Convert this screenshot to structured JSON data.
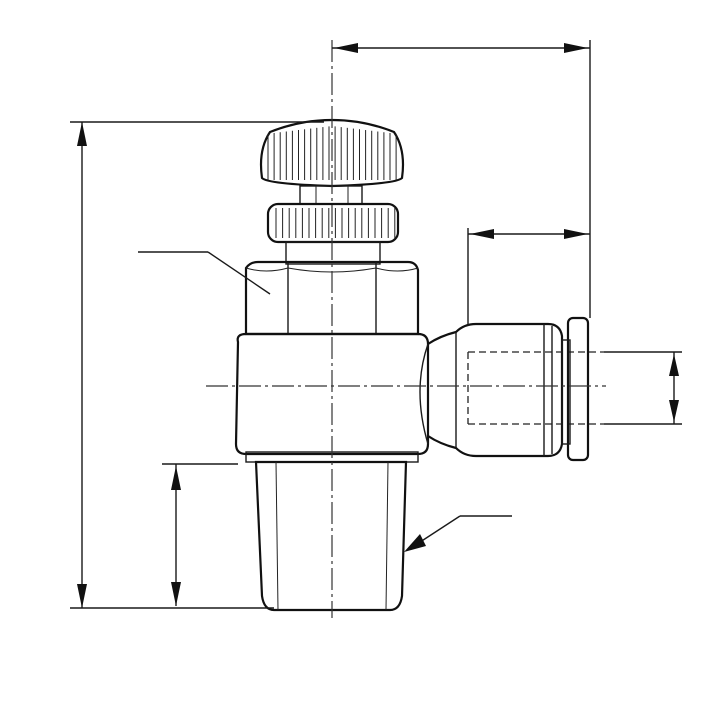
{
  "drawing": {
    "colors": {
      "line": "#1a1a1a",
      "background": "#ffffff"
    },
    "parts": [
      "knurled-knob",
      "lock-nut",
      "hex-body",
      "valve-body",
      "threaded-port",
      "push-in-fitting",
      "release-collar"
    ],
    "dimensions": [
      "overall-height",
      "knob-to-fitting-width",
      "fitting-length",
      "thread-length",
      "tube-diameter"
    ],
    "leaders": [
      "hex-body-leader",
      "thread-leader"
    ]
  }
}
